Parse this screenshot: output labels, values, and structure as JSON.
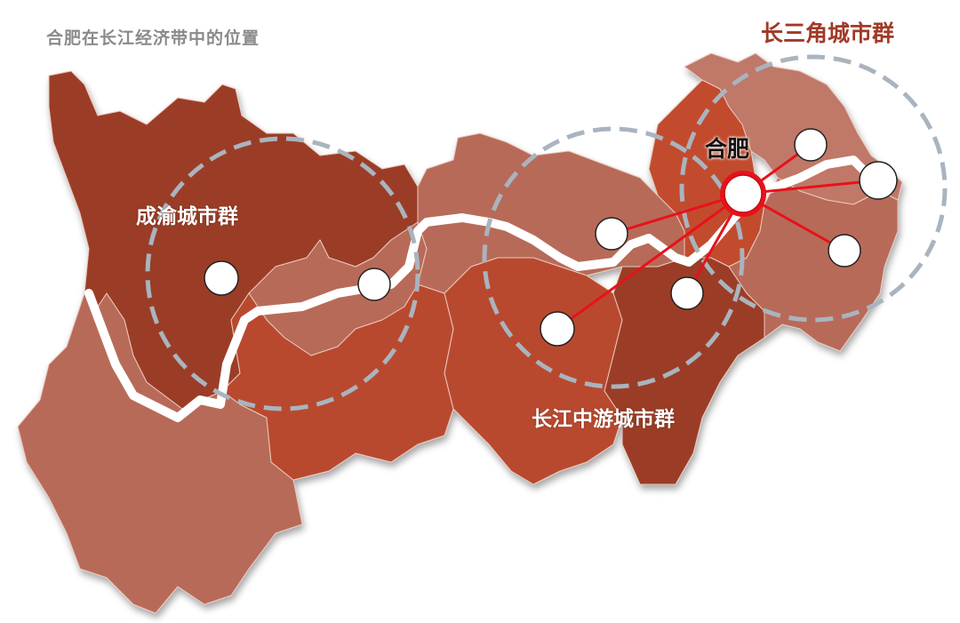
{
  "title": "合肥在长江经济带中的位置",
  "clusters": {
    "chengyu": "成渝城市群",
    "middle": "长江中游城市群",
    "yrd": "长三角城市群"
  },
  "hub": "合肥",
  "colors": {
    "dark_region": "#9b3e27",
    "mid_region": "#b94a2e",
    "light_region": "#b86a58",
    "lightest_region": "#c07868",
    "river": "#ffffff",
    "cluster_ring": "#a9b4bf",
    "link": "#e8111a",
    "hub_fill": "#e8111a"
  },
  "icons": [
    "city-node-icon",
    "hub-node-icon",
    "cluster-ring-icon",
    "river-line-icon"
  ]
}
